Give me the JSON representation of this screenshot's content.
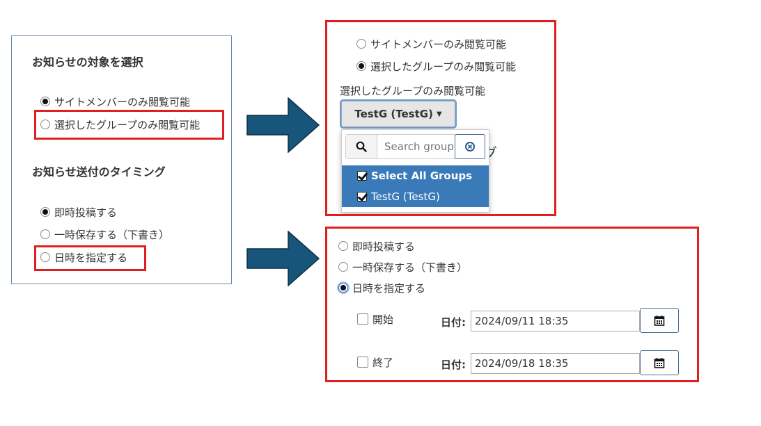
{
  "left": {
    "target_heading": "お知らせの対象を選択",
    "target_options": [
      "サイトメンバーのみ閲覧可能",
      "選択したグループのみ閲覧可能"
    ],
    "timing_heading": "お知らせ送付のタイミング",
    "timing_options": [
      "即時投稿する",
      "一時保存する（下書き）",
      "日時を指定する"
    ]
  },
  "top_right": {
    "options": [
      "サイトメンバーのみ閲覧可能",
      "選択したグループのみ閲覧可能"
    ],
    "group_label": "選択したグループのみ閲覧可能",
    "dropdown_label": "TestG (TestG)",
    "search_placeholder": "Search groups",
    "menu_items": [
      "Select All Groups",
      "TestG (TestG)"
    ],
    "hidden_fragment": "グ"
  },
  "bottom_right": {
    "options": [
      "即時投稿する",
      "一時保存する（下書き）",
      "日時を指定する"
    ],
    "start_label": "開始",
    "end_label": "終了",
    "date_label": "日付:",
    "start_date": "2024/09/11 18:35",
    "end_date": "2024/09/18 18:35"
  },
  "colors": {
    "highlight": "#e02020",
    "arrow": "#17567a",
    "menu": "#3a7ab8"
  },
  "icons": [
    "search-icon",
    "clear-icon",
    "calendar-icon",
    "caret-down-icon",
    "arrow-right-icon"
  ]
}
